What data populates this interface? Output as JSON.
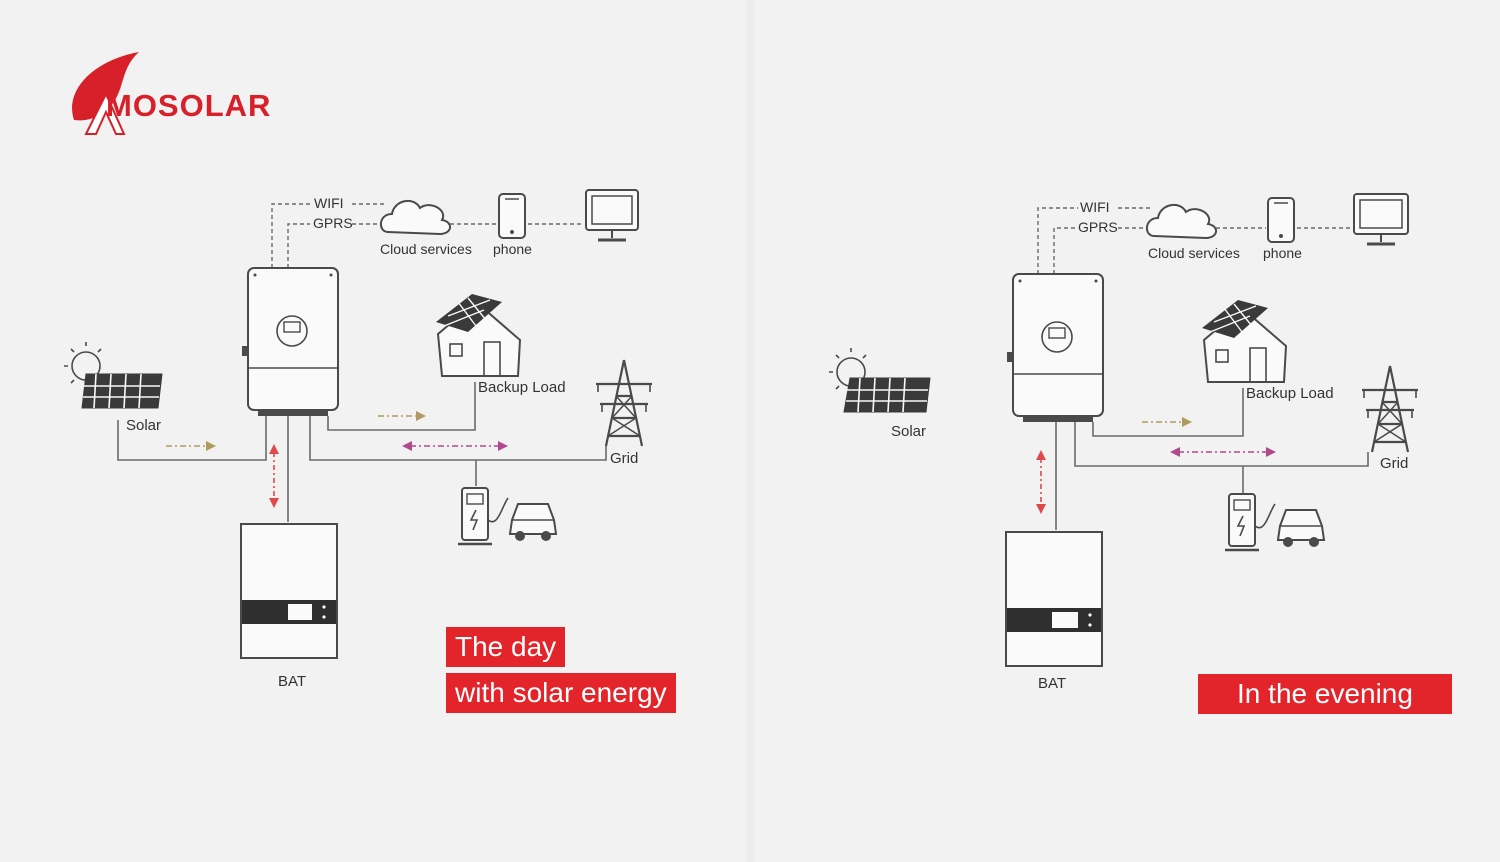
{
  "brand": {
    "logo_text": "MOSOLAR",
    "color": "#d8202a"
  },
  "colors": {
    "accent": "#e3242b",
    "arrow_solar": "#b09a62",
    "arrow_grid": "#b04a8c",
    "arrow_battery": "#e0484b"
  },
  "left": {
    "wifi": "WIFI",
    "gprs": "GPRS",
    "cloud": "Cloud services",
    "phone": "phone",
    "solar": "Solar",
    "backup_load": "Backup Load",
    "grid": "Grid",
    "bat": "BAT",
    "caption_line1": "The day",
    "caption_line2": "with solar energy"
  },
  "right": {
    "wifi": "WIFI",
    "gprs": "GPRS",
    "cloud": "Cloud services",
    "phone": "phone",
    "solar": "Solar",
    "backup_load": "Backup Load",
    "grid": "Grid",
    "bat": "BAT",
    "caption": "In the evening"
  }
}
